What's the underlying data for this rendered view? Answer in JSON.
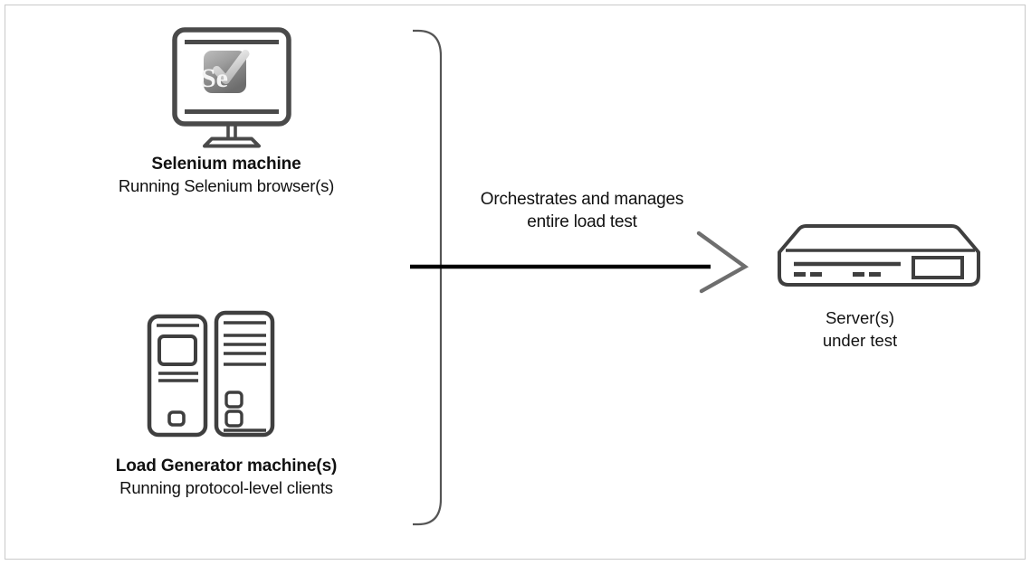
{
  "diagram": {
    "title_visible": false,
    "background_color": "#ffffff",
    "border_color": "#c9c9c9",
    "stroke_color": "#4a4a4a",
    "arrow_shaft_color": "#000000",
    "arrowhead_color": "#6e6e6e",
    "brace_color": "#555555",
    "text_color": "#111111"
  },
  "nodes": {
    "selenium": {
      "icon": "desktop-monitor-icon",
      "logo": "selenium-logo",
      "logo_text": "Se",
      "title": "Selenium machine",
      "subtitle": "Running Selenium browser(s)"
    },
    "load_generator": {
      "icon": "tower-computers-icon",
      "title": "Load Generator machine(s)",
      "subtitle": "Running protocol-level clients"
    },
    "server": {
      "icon": "rack-server-icon",
      "line1": "Server(s)",
      "line2": "under test"
    }
  },
  "connector": {
    "brace": "rounded-brace",
    "arrow": "right-arrow",
    "label_line1": "Orchestrates and manages",
    "label_line2": "entire load test"
  }
}
